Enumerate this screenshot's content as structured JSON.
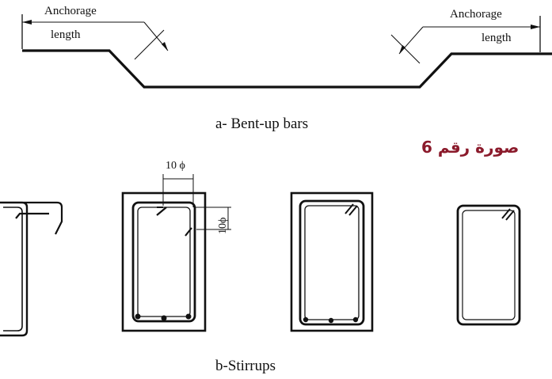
{
  "section_a": {
    "anchorage_left_top": "Anchorage",
    "anchorage_left_bottom": "length",
    "anchorage_right_top": "Anchorage",
    "anchorage_right_bottom": "length",
    "caption": "a- Bent-up bars"
  },
  "section_b": {
    "top_dimension": "10 ϕ",
    "side_dimension": "10ϕ",
    "caption": "b-Stirrups"
  },
  "figure_label": "صورة رقم 6",
  "colors": {
    "line": "#111111",
    "label_accent": "#8b1a2b"
  }
}
